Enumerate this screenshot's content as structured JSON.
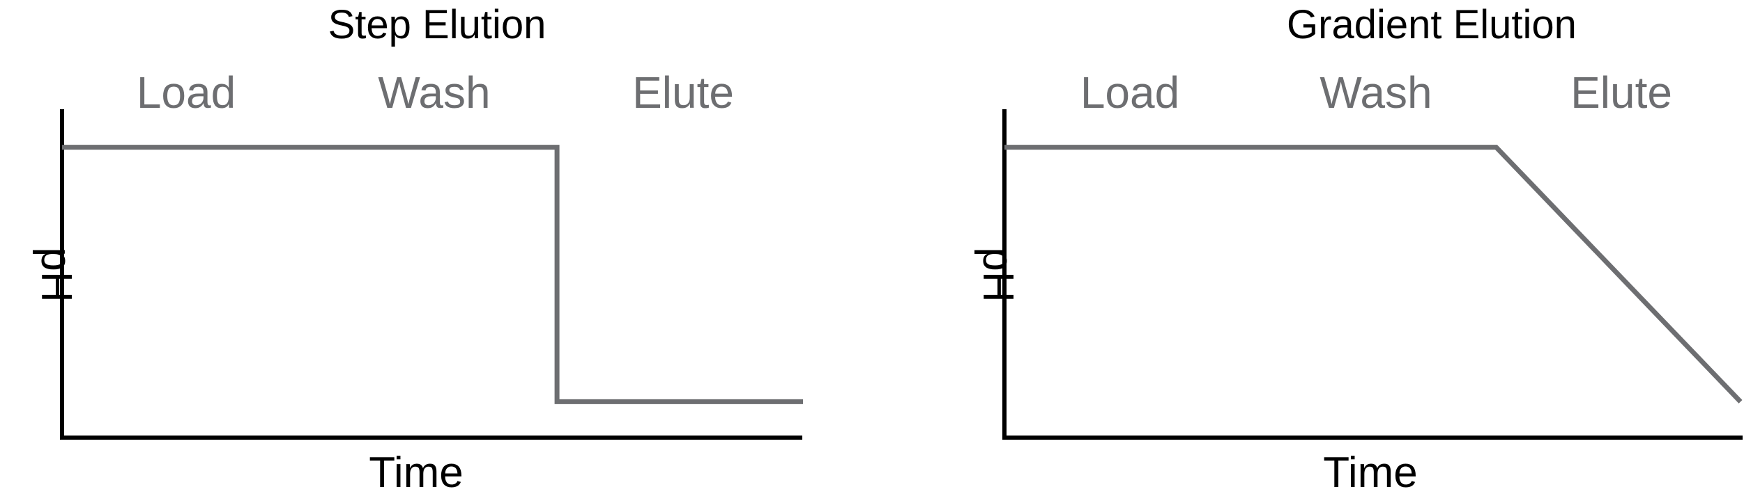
{
  "colors": {
    "axis": "#000000",
    "series": "#6d6e71",
    "phase_label": "#6d6e71",
    "text": "#000000"
  },
  "chart_data": [
    {
      "type": "line",
      "title": "Step Elution",
      "xlabel": "Time",
      "ylabel": "pH",
      "xlim": [
        0,
        100
      ],
      "ylim": [
        0,
        100
      ],
      "phases": [
        "Load",
        "Wash",
        "Elute"
      ],
      "series": [
        {
          "x": [
            0,
            66.8,
            66.8,
            100
          ],
          "y": [
            89,
            89,
            11,
            11
          ]
        }
      ]
    },
    {
      "type": "line",
      "title": "Gradient Elution",
      "xlabel": "Time",
      "ylabel": "pH",
      "xlim": [
        0,
        100
      ],
      "ylim": [
        0,
        100
      ],
      "phases": [
        "Load",
        "Wash",
        "Elute"
      ],
      "series": [
        {
          "x": [
            0,
            66.8,
            100
          ],
          "y": [
            89,
            89,
            11
          ]
        }
      ]
    }
  ]
}
